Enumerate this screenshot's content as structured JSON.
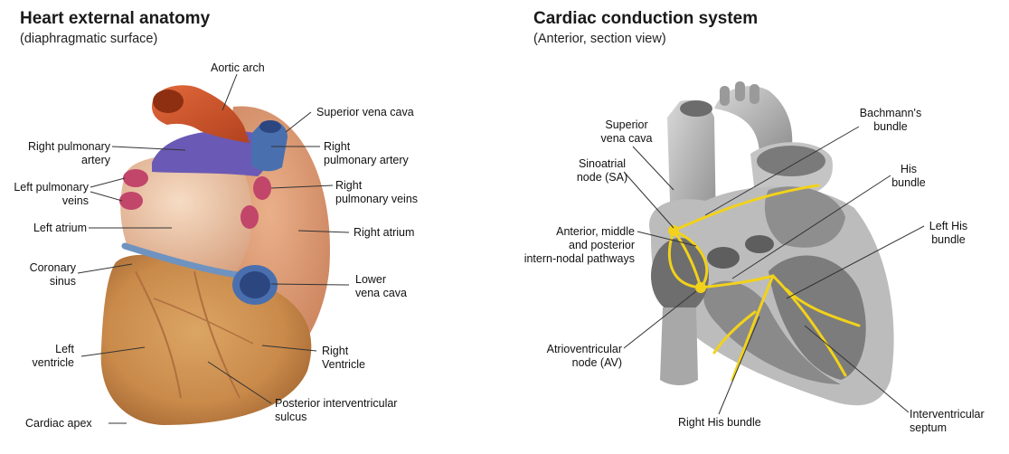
{
  "left_panel": {
    "title": "Heart external anatomy",
    "subtitle": "(diaphragmatic surface)",
    "labels": {
      "aortic_arch": "Aortic arch",
      "superior_vena_cava": "Superior vena cava",
      "right_pulmonary_artery_left": "Right pulmonary\nartery",
      "right_pulmonary_artery_right": "Right\npulmonary artery",
      "left_pulmonary_veins": "Left pulmonary\nveins",
      "right_pulmonary_veins": "Right\npulmonary veins",
      "left_atrium": "Left atrium",
      "right_atrium": "Right atrium",
      "coronary_sinus": "Coronary\nsinus",
      "lower_vena_cava": "Lower\nvena cava",
      "left_ventricle": "Left\nventricle",
      "right_ventricle": "Right\nVentricle",
      "posterior_interventricular_sulcus": "Posterior interventricular\nsulcus",
      "cardiac_apex": "Cardiac apex"
    }
  },
  "right_panel": {
    "title": "Cardiac conduction system",
    "subtitle": "(Anterior, section view)",
    "labels": {
      "superior_vena_cava": "Superior\nvena cava",
      "sinoatrial_node": "Sinoatrial\nnode (SA)",
      "internodal_pathways": "Anterior, middle\nand posterior\nintern-nodal pathways",
      "atrioventricular_node": "Atrioventricular\nnode (AV)",
      "bachmanns_bundle": "Bachmann's\nbundle",
      "his_bundle": "His\nbundle",
      "left_his_bundle": "Left His\nbundle",
      "right_his_bundle": "Right His bundle",
      "interventricular_septum": "Interventricular\nseptum"
    }
  },
  "colors": {
    "aorta": "#c8502a",
    "vena_cava": "#4a6fae",
    "pulmonary_artery": "#6a5ab5",
    "pulmonary_veins": "#c2456a",
    "atrium": "#e8b898",
    "ventricle": "#c98a4a",
    "coronary_vessel": "#7aa0c8",
    "conduction": "#f2d21a",
    "section_gray": "#b5b5b5",
    "leader_line": "#333333"
  }
}
